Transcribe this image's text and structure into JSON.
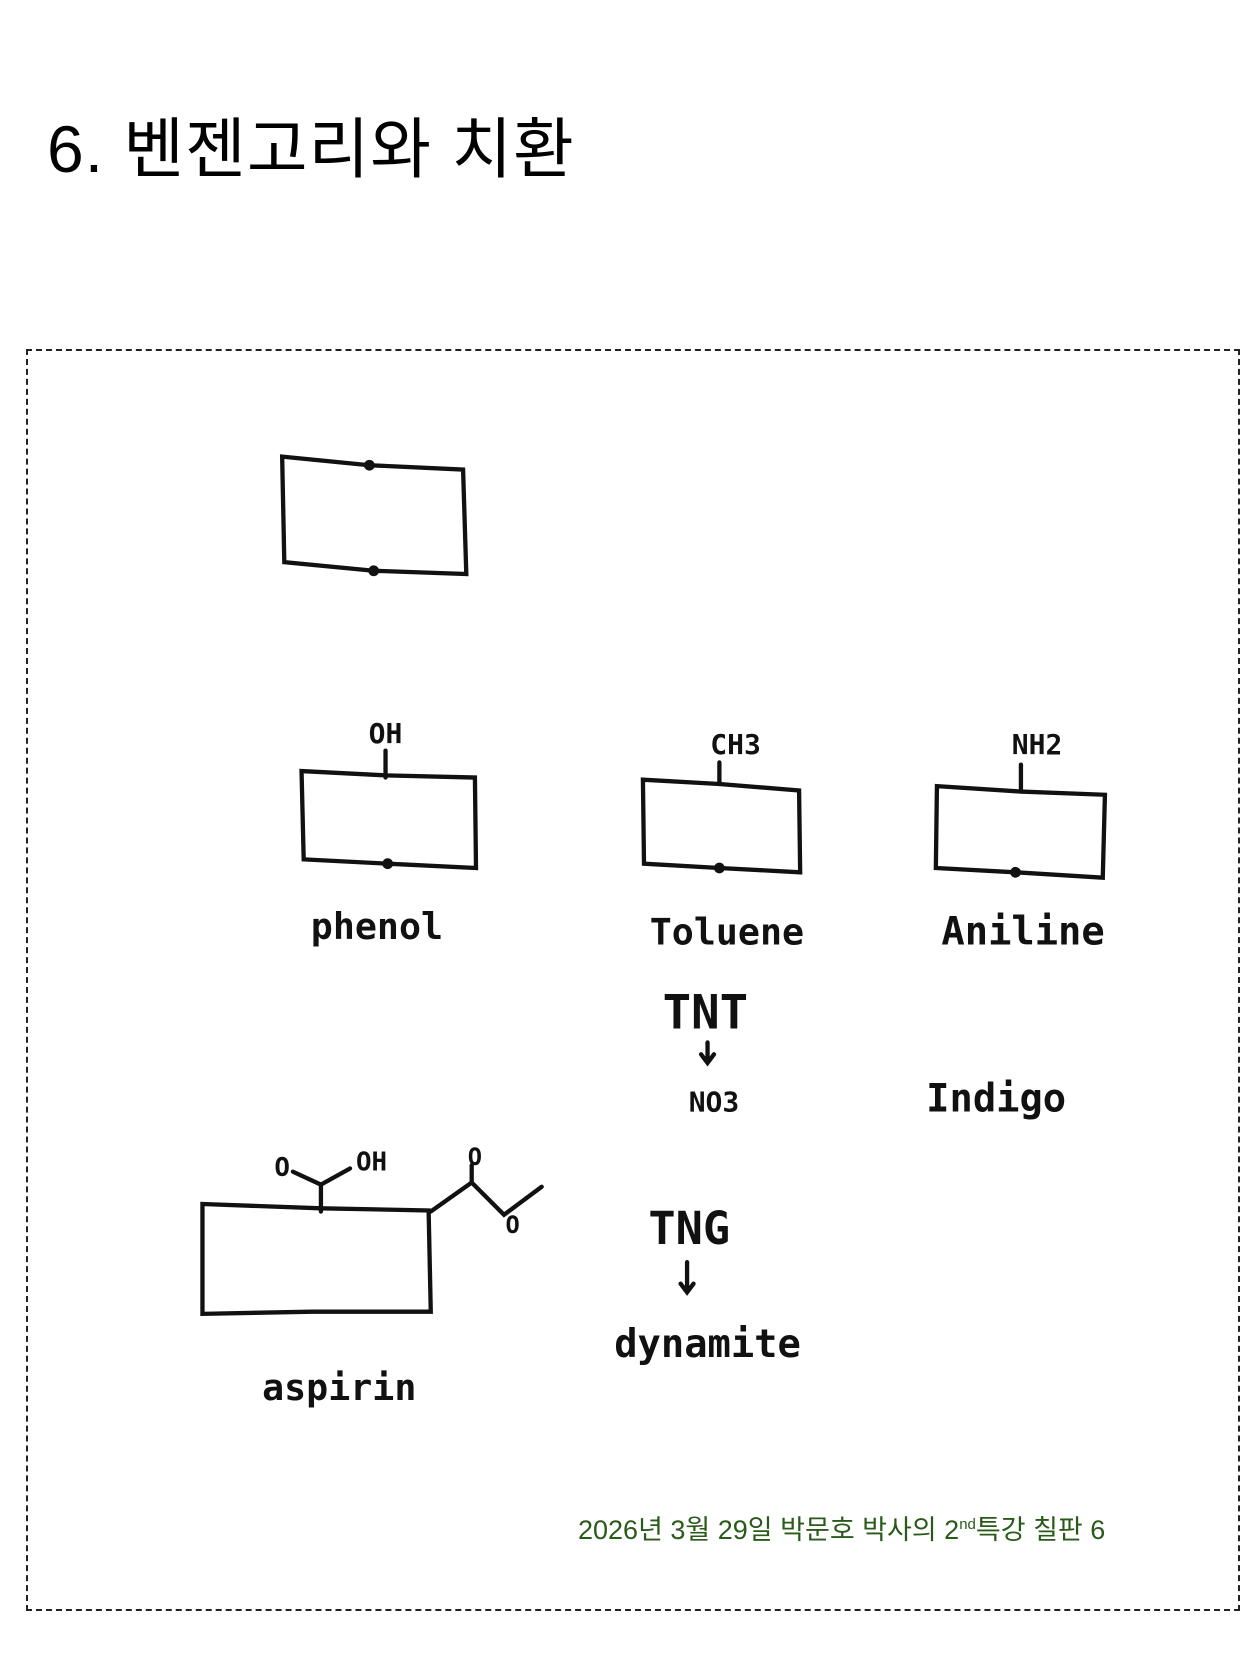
{
  "title": "6. 벤젠고리와 치환",
  "board": {
    "labels": {
      "phenol_group": "OH",
      "phenol": "phenol",
      "toluene_group": "CH3",
      "toluene": "Toluene",
      "aniline_group": "NH2",
      "aniline": "Aniline",
      "tnt": "TNT",
      "no3": "NO3",
      "indigo": "Indigo",
      "tng": "TNG",
      "dynamite": "dynamite",
      "aspirin": "aspirin",
      "aspirin_o": "O",
      "aspirin_oh": "OH",
      "ester_o1": "O",
      "ester_o2": "O"
    }
  },
  "footer": {
    "prefix": "2026년 3월 29일 박문호 박사의 2",
    "sup": "nd",
    "suffix": "특강 칠판 6"
  }
}
